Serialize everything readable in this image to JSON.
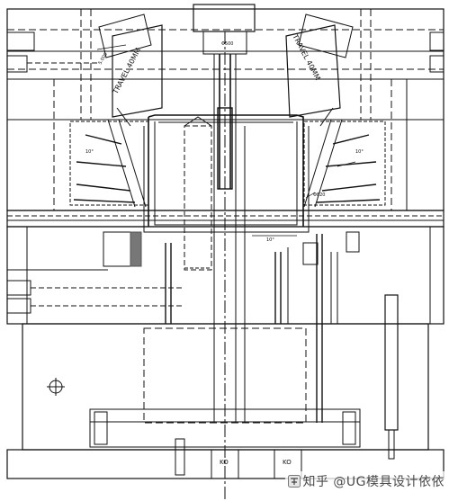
{
  "labels": {
    "travel_left": "TRAVEL 40MM",
    "travel_right": "TRAVEL 40MM",
    "angle_left_upper": "10°",
    "angle_right_upper": "10°",
    "angle_center": "10°",
    "dia_label": "Φ820",
    "ko_left": "KO",
    "ko_right": "KO",
    "top_dim": "Φ500",
    "left_small": "5.000"
  },
  "watermark": {
    "text": "知乎 @UG模具设计依依"
  },
  "colors": {
    "line": "#111111",
    "background": "#ffffff",
    "hatch": "#555555"
  }
}
